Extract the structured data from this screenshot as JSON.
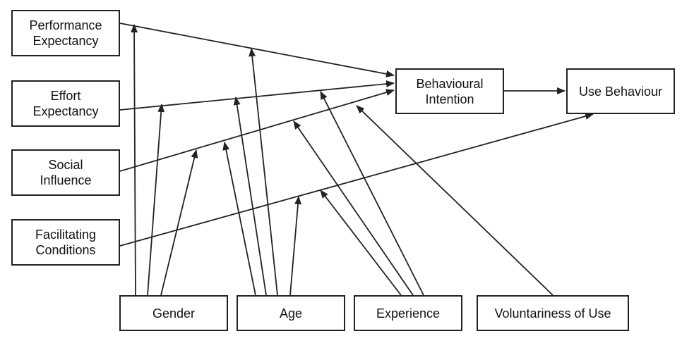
{
  "nodes": {
    "performance_expectancy": "Performance\nExpectancy",
    "effort_expectancy": "Effort\nExpectancy",
    "social_influence": "Social\nInfluence",
    "facilitating_conditions": "Facilitating\nConditions",
    "behavioural_intention": "Behavioural\nIntention",
    "use_behaviour": "Use Behaviour",
    "gender": "Gender",
    "age": "Age",
    "experience": "Experience",
    "voluntariness_of_use": "Voluntariness of Use"
  },
  "colors": {
    "line": "#222222",
    "box_border": "#222222",
    "text": "#111111"
  }
}
